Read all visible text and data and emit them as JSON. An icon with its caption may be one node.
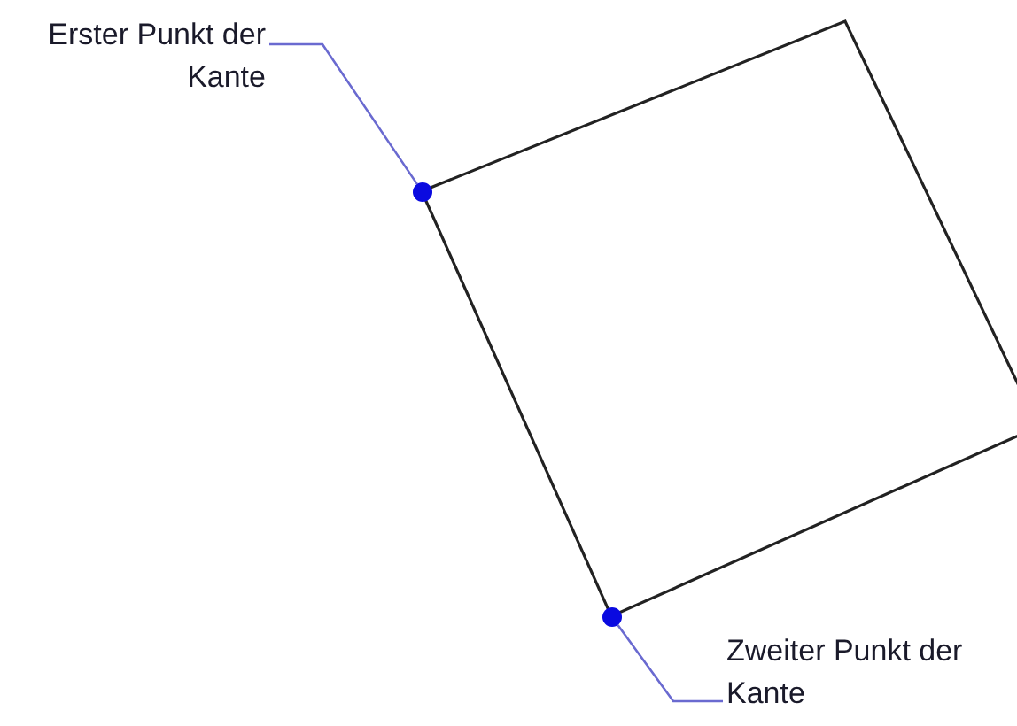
{
  "diagram": {
    "nodes": [
      {
        "text": [
          "Erster Punkt der Kante"
        ]
      },
      {
        "text": [],
        "shape": "circle"
      },
      {
        "text": [
          "Zweiter Punkt der Kante"
        ]
      },
      {
        "text": [],
        "shape": "circle"
      }
    ],
    "edges": [
      {
        "from": 0,
        "to": 1,
        "arrow": "none"
      },
      {
        "from": 2,
        "to": 3,
        "arrow": "none"
      }
    ]
  }
}
